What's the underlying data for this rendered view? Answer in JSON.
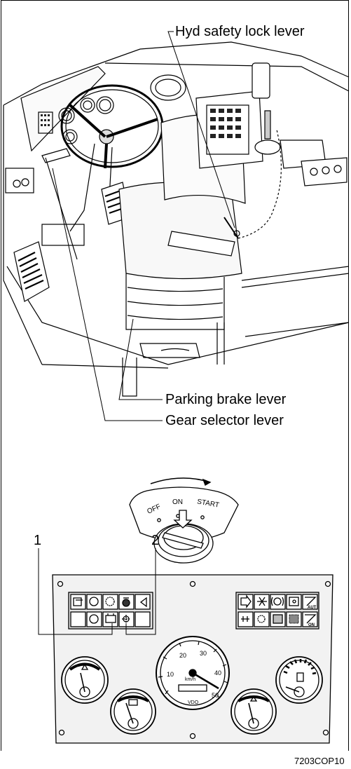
{
  "callouts": {
    "hyd_safety_lock": "Hyd safety lock lever",
    "parking_brake": "Parking brake lever",
    "gear_selector": "Gear selector lever"
  },
  "key_switch": {
    "off": "OFF",
    "on": "ON",
    "start": "START"
  },
  "panel_numbers": {
    "one": "1",
    "two": "2"
  },
  "gauge_cluster": {
    "speedo_ticks": [
      "10",
      "20",
      "30",
      "40",
      "50"
    ],
    "speedo_unit": "km/h",
    "speedo_brand": "VDO",
    "indicator_aut": "AUT",
    "indicator_on": "ON"
  },
  "figure_code": "7203COP10"
}
